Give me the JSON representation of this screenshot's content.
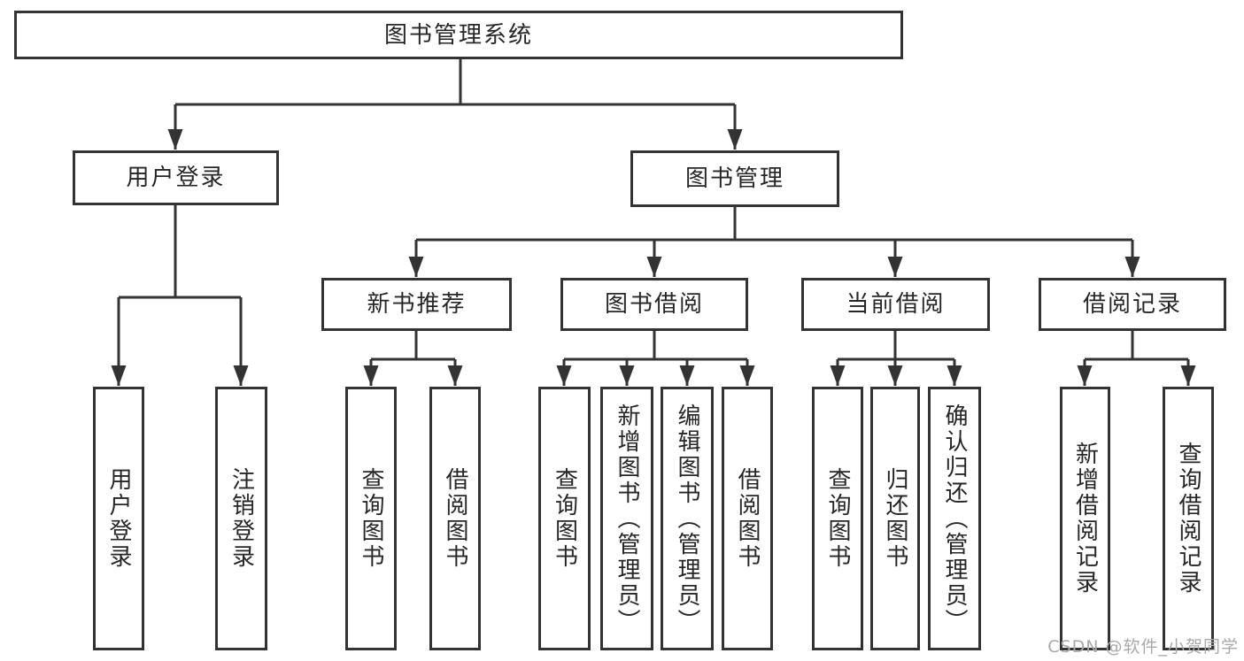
{
  "diagram": {
    "root": "图书管理系统",
    "level2": {
      "user_login": "用户登录",
      "book_management": "图书管理"
    },
    "level3": {
      "new_book_recommend": "新书推荐",
      "book_borrow": "图书借阅",
      "current_borrow": "当前借阅",
      "borrow_records": "借阅记录"
    },
    "leaves": {
      "login_user_login": "用户登录",
      "login_logout": "注销登录",
      "recommend_query_book": "查询图书",
      "recommend_borrow_book": "借阅图书",
      "borrow_query_book": "查询图书",
      "borrow_add_book": "新增图书（管理员）",
      "borrow_edit_book": "编辑图书（管理员）",
      "borrow_borrow_book": "借阅图书",
      "current_query_book": "查询图书",
      "current_return_book": "归还图书",
      "current_confirm_return": "确认归还（管理员）",
      "records_add_record": "新增借阅记录",
      "records_query_record": "查询借阅记录"
    },
    "watermark": "CSDN @软件_小贺同学",
    "colors": {
      "line": "#333333",
      "box_border": "#333333",
      "box_background": "#ffffff",
      "text": "#262626",
      "watermark": "#a9a9a9",
      "background": "#ffffff"
    }
  }
}
